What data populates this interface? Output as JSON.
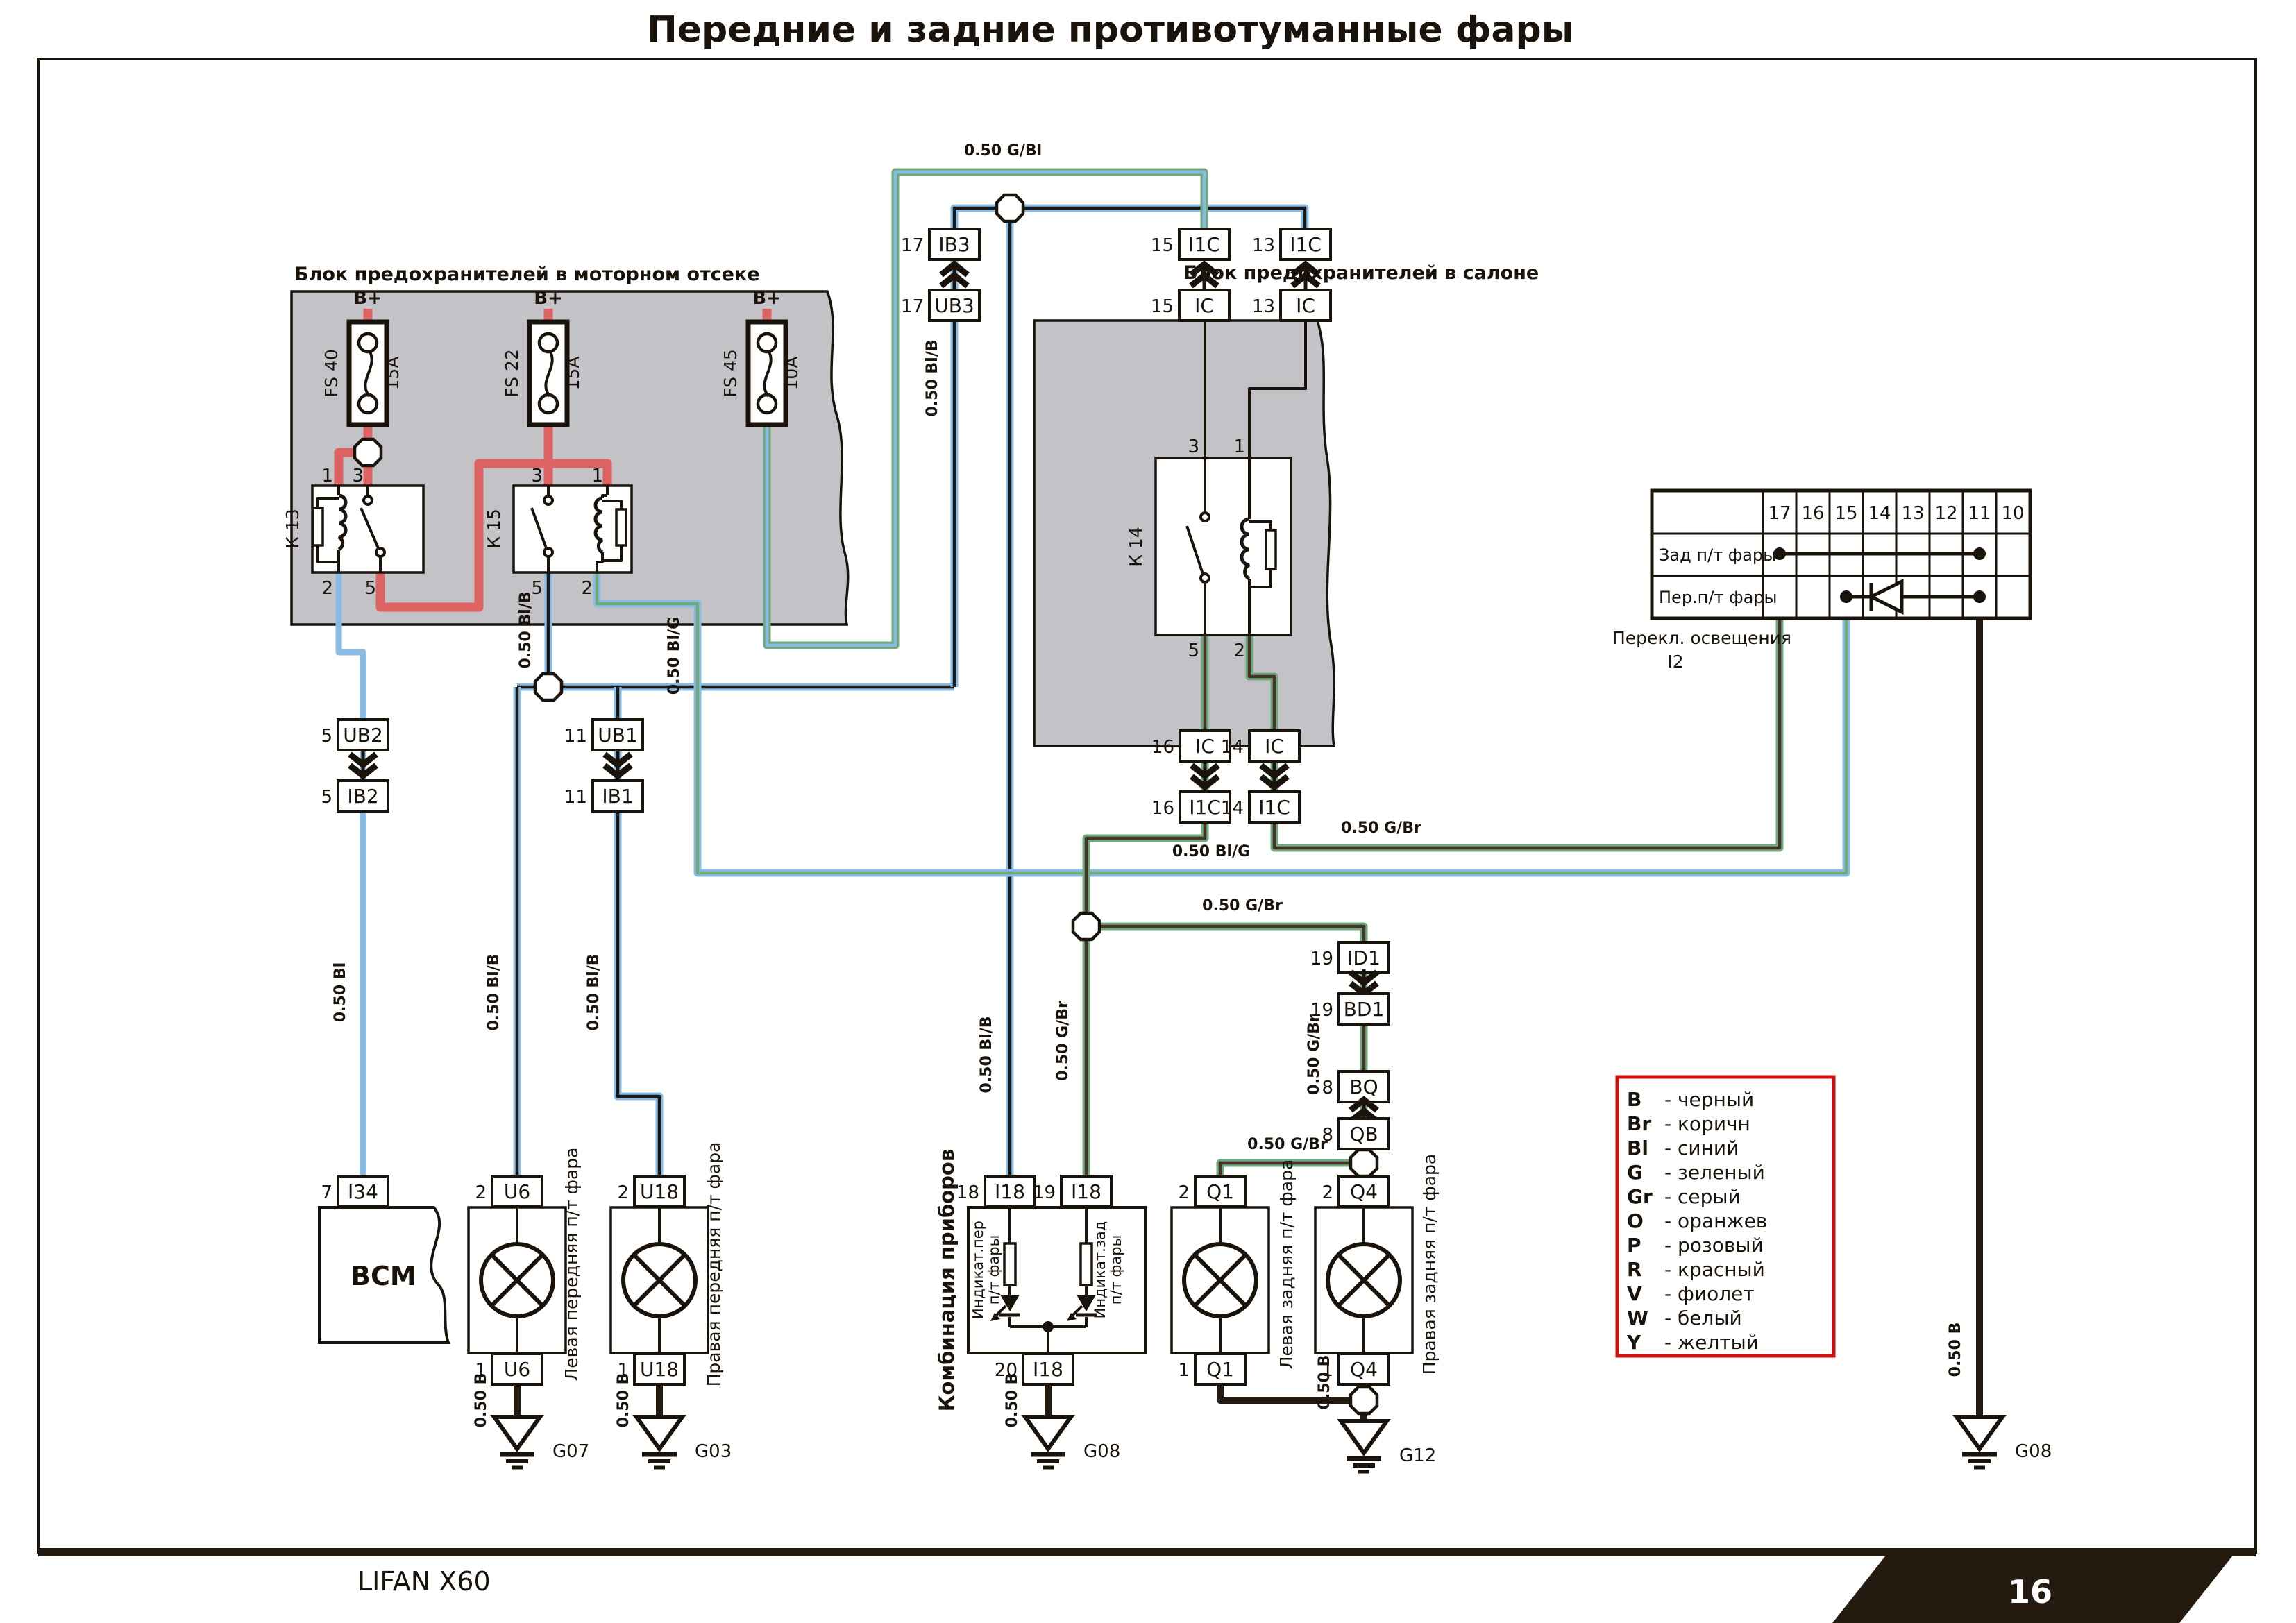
{
  "title": "Передние и задние противотуманные фары",
  "footer": {
    "model": "LIFAN X60",
    "page": "16"
  },
  "engine_box": {
    "title": "Блок предохранителей в моторном отсеке"
  },
  "cabin_box": {
    "title": "Блок предохранителей в салоне"
  },
  "supply": "B+",
  "fuses": [
    {
      "name": "FS 40",
      "rating": "15A"
    },
    {
      "name": "FS 22",
      "rating": "15A"
    },
    {
      "name": "FS 45",
      "rating": "10A"
    }
  ],
  "relays": [
    {
      "name": "К 13"
    },
    {
      "name": "К 15"
    },
    {
      "name": "К 14"
    }
  ],
  "pins": {
    "p1": "1",
    "p2": "2",
    "p3": "3",
    "p5": "5"
  },
  "conn": {
    "ib3": {
      "n": "17",
      "c": "IB3"
    },
    "ub3": {
      "n": "17",
      "c": "UB3"
    },
    "i1c15": {
      "n": "15",
      "c": "I1C"
    },
    "ic15": {
      "n": "15",
      "c": "IC"
    },
    "i1c13": {
      "n": "13",
      "c": "I1C"
    },
    "ic13": {
      "n": "13",
      "c": "IC"
    },
    "ic16": {
      "n": "16",
      "c": "IC"
    },
    "i1c16": {
      "n": "16",
      "c": "I1C"
    },
    "ic14": {
      "n": "14",
      "c": "IC"
    },
    "i1c14": {
      "n": "14",
      "c": "I1C"
    },
    "ub2": {
      "n": "5",
      "c": "UB2"
    },
    "ib2": {
      "n": "5",
      "c": "IB2"
    },
    "ub1": {
      "n": "11",
      "c": "UB1"
    },
    "ib1": {
      "n": "11",
      "c": "IB1"
    },
    "id1": {
      "n": "19",
      "c": "ID1"
    },
    "bd1": {
      "n": "19",
      "c": "BD1"
    },
    "bq": {
      "n": "8",
      "c": "BQ"
    },
    "qb": {
      "n": "8",
      "c": "QB"
    },
    "i34": {
      "n": "7",
      "c": "I34"
    },
    "u6t": {
      "n": "2",
      "c": "U6"
    },
    "u6b": {
      "n": "1",
      "c": "U6"
    },
    "u18t": {
      "n": "2",
      "c": "U18"
    },
    "u18b": {
      "n": "1",
      "c": "U18"
    },
    "i18_18": {
      "n": "18",
      "c": "I18"
    },
    "i18_19": {
      "n": "19",
      "c": "I18"
    },
    "i18_20": {
      "n": "20",
      "c": "I18"
    },
    "q1t": {
      "n": "2",
      "c": "Q1"
    },
    "q1b": {
      "n": "1",
      "c": "Q1"
    },
    "q4t": {
      "n": "2",
      "c": "Q4"
    },
    "q4b": {
      "n": "1",
      "c": "Q4"
    }
  },
  "wires": {
    "g_bl": "0.50  G/Bl",
    "bl_b": "0.50  Bl/B",
    "bl_g": "0.50  Bl/G",
    "bl": "0.50  Bl",
    "g_br": "0.50  G/Br",
    "b": "0.50  B"
  },
  "grounds": {
    "g07": "G07",
    "g03": "G03",
    "g08": "G08",
    "g12": "G12"
  },
  "components": {
    "bcm": "BCM",
    "front_left": "Левая передняя п/т фара",
    "front_right": "Правая передняя п/т фара",
    "cluster": "Комбинация приборов",
    "ind_front_1": "Индикат.пер",
    "ind_front_2": "п/т фары",
    "ind_rear_1": "Индикат.зад",
    "ind_rear_2": "п/т фары",
    "rear_left": "Левая задняя п/т фара",
    "rear_right": "Правая задняя п/т фара"
  },
  "switch": {
    "caption1": "Перекл. освещения",
    "caption2": "I2",
    "pins": [
      "17",
      "16",
      "15",
      "14",
      "13",
      "12",
      "11",
      "10"
    ],
    "rows": [
      {
        "label": "Зад п/т фары"
      },
      {
        "label": "Пер.п/т фары"
      }
    ]
  },
  "legend": [
    {
      "k": "B",
      "v": "- черный"
    },
    {
      "k": "Br",
      "v": "- коричн"
    },
    {
      "k": "Bl",
      "v": "- синий"
    },
    {
      "k": "G",
      "v": "- зеленый"
    },
    {
      "k": "Gr",
      "v": "- серый"
    },
    {
      "k": "O",
      "v": "- оранжев"
    },
    {
      "k": "P",
      "v": "- розовый"
    },
    {
      "k": "R",
      "v": "- красный"
    },
    {
      "k": "V",
      "v": "- фиолет"
    },
    {
      "k": "W",
      "v": "- белый"
    },
    {
      "k": "Y",
      "v": "- желтый"
    }
  ]
}
